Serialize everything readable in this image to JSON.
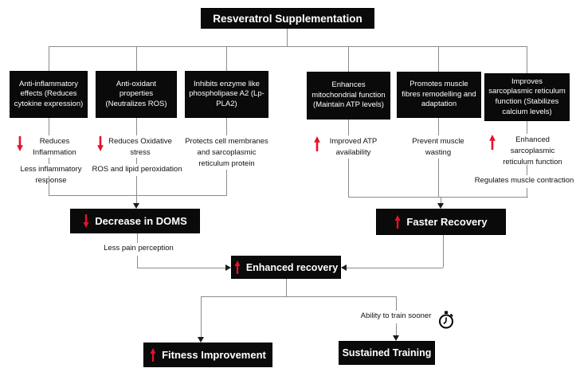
{
  "title": "Resveratrol Supplementation",
  "left_branch": {
    "boxes": [
      "Anti-inflammatory effects (Reduces cytokine expression)",
      "Anti-oxidant properties (Neutralizes ROS)",
      "Inhibits enzyme like phospholipase A2 (Lp-PLA2)"
    ],
    "effects": [
      {
        "arrow": "down",
        "text": "Reduces Inflammation",
        "subtext": "Less inflammatory response"
      },
      {
        "arrow": "down",
        "text": "Reduces Oxidative stress",
        "subtext": "ROS and lipid peroxidation"
      },
      {
        "arrow": "none",
        "text": "Protects cell membranes and sarcoplasmic reticulum protein",
        "subtext": ""
      }
    ],
    "outcome": {
      "arrow": "down",
      "label": "Decrease in DOMS"
    },
    "outcome_note": "Less pain perception"
  },
  "right_branch": {
    "boxes": [
      "Enhances mitochondrial function (Maintain ATP levels)",
      "Promotes muscle fibres remodelling and adaptation",
      "Improves sarcoplasmic reticulum function (Stabilizes calcium levels)"
    ],
    "effects": [
      {
        "arrow": "up",
        "text": "Improved ATP availability",
        "subtext": ""
      },
      {
        "arrow": "none",
        "text": "Prevent muscle wasting",
        "subtext": ""
      },
      {
        "arrow": "up",
        "text": "Enhanced sarcoplasmic reticulum function",
        "subtext": "Regulates muscle contraction"
      }
    ],
    "outcome": {
      "arrow": "up",
      "label": "Faster Recovery"
    }
  },
  "center_outcome": {
    "arrow": "up",
    "label": "Enhanced recovery"
  },
  "final_outcomes": {
    "fitness": {
      "arrow": "up",
      "label": "Fitness Improvement"
    },
    "training": {
      "label": "Sustained Training",
      "note": "Ability to train sooner",
      "icon": "stopwatch-icon"
    }
  },
  "colors": {
    "accent_red": "#E8112D",
    "node_bg": "#0A0A0A",
    "line": "#8C8C8C"
  }
}
